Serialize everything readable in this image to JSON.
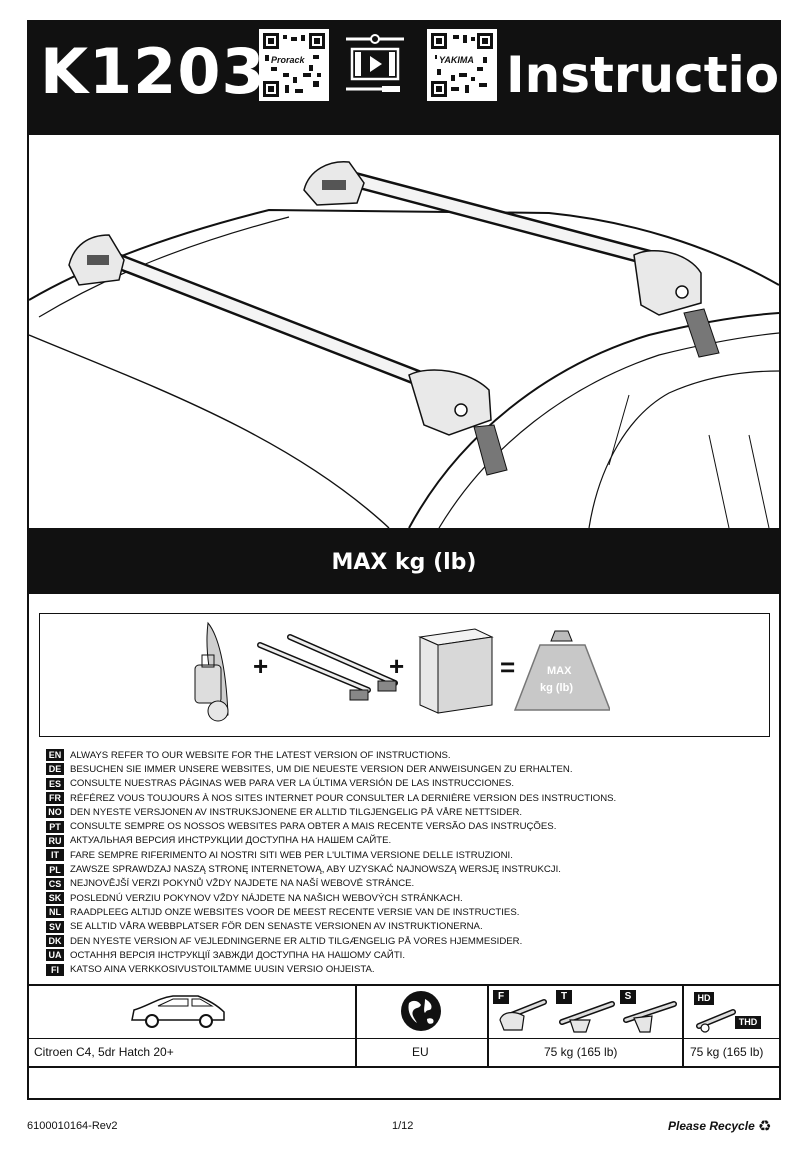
{
  "header": {
    "code": "K1203",
    "title": "Instructions",
    "qr_left_label": "Prorack",
    "qr_right_label": "YAKIMA"
  },
  "max_band": {
    "label": "MAX kg (lb)"
  },
  "equation": {
    "plus1": "+",
    "plus2": "+",
    "equals": "=",
    "weight_line1": "MAX",
    "weight_line2": "kg (lb)"
  },
  "languages": [
    {
      "code": "EN",
      "text": "ALWAYS REFER TO OUR WEBSITE FOR THE LATEST VERSION OF INSTRUCTIONS."
    },
    {
      "code": "DE",
      "text": "BESUCHEN SIE IMMER UNSERE WEBSITES, UM DIE NEUESTE VERSION DER ANWEISUNGEN ZU ERHALTEN."
    },
    {
      "code": "ES",
      "text": "CONSULTE NUESTRAS PÁGINAS WEB PARA VER LA ÚLTIMA VERSIÓN DE LAS INSTRUCCIONES."
    },
    {
      "code": "FR",
      "text": "RÉFÉREZ VOUS TOUJOURS À NOS SITES INTERNET POUR CONSULTER LA DERNIÈRE VERSION DES INSTRUCTIONS."
    },
    {
      "code": "NO",
      "text": "DEN NYESTE VERSJONEN AV INSTRUKSJONENE ER ALLTID TILGJENGELIG PÅ VÅRE NETTSIDER."
    },
    {
      "code": "PT",
      "text": "CONSULTE SEMPRE OS NOSSOS WEBSITES PARA OBTER A MAIS RECENTE VERSÃO DAS INSTRUÇÕES."
    },
    {
      "code": "RU",
      "text": "АКТУАЛЬНАЯ ВЕРСИЯ ИНСТРУКЦИИ ДОСТУПНА НА НАШЕМ САЙТЕ."
    },
    {
      "code": "IT",
      "text": "FARE SEMPRE RIFERIMENTO AI NOSTRI SITI WEB PER L'ULTIMA VERSIONE DELLE ISTRUZIONI."
    },
    {
      "code": "PL",
      "text": "ZAWSZE SPRAWDZAJ NASZĄ STRONĘ INTERNETOWĄ, ABY UZYSKAĆ NAJNOWSZĄ WERSJĘ INSTRUKCJI."
    },
    {
      "code": "CS",
      "text": "NEJNOVĚJŠÍ VERZI POKYNŮ VŽDY NAJDETE NA NAŠÍ WEBOVÉ STRÁNCE."
    },
    {
      "code": "SK",
      "text": "POSLEDNÚ VERZIU POKYNOV VŽDY NÁJDETE NA NAŠICH WEBOVÝCH STRÁNKACH."
    },
    {
      "code": "NL",
      "text": "RAADPLEEG ALTIJD ONZE WEBSITES VOOR DE MEEST RECENTE VERSIE VAN DE INSTRUCTIES."
    },
    {
      "code": "SV",
      "text": "SE ALLTID VÅRA WEBBPLATSER FÖR DEN SENASTE VERSIONEN AV INSTRUKTIONERNA."
    },
    {
      "code": "DK",
      "text": "DEN NYESTE VERSION AF VEJLEDNINGERNE ER ALTID TILGÆNGELIG PÅ VORES HJEMMESIDER."
    },
    {
      "code": "UA",
      "text": "ОСТАННЯ ВЕРСІЯ ІНСТРУКЦІЇ ЗАВЖДИ ДОСТУПНА НА НАШОМУ САЙТІ."
    },
    {
      "code": "FI",
      "text": "KATSO AINA VERKKOSIVUSTOILTAMME UUSIN VERSIO OHJEISTA."
    }
  ],
  "table": {
    "badges": {
      "f": "F",
      "t": "T",
      "s": "S",
      "hd": "HD",
      "thd": "THD"
    },
    "vehicle": "Citroen C4, 5dr Hatch 20+",
    "region": "EU",
    "max_fts": "75 kg (165 lb)",
    "max_hd": "75 kg (165 lb)"
  },
  "footer": {
    "doc_id": "6100010164-Rev2",
    "page": "1/12",
    "recycle": "Please Recycle"
  }
}
